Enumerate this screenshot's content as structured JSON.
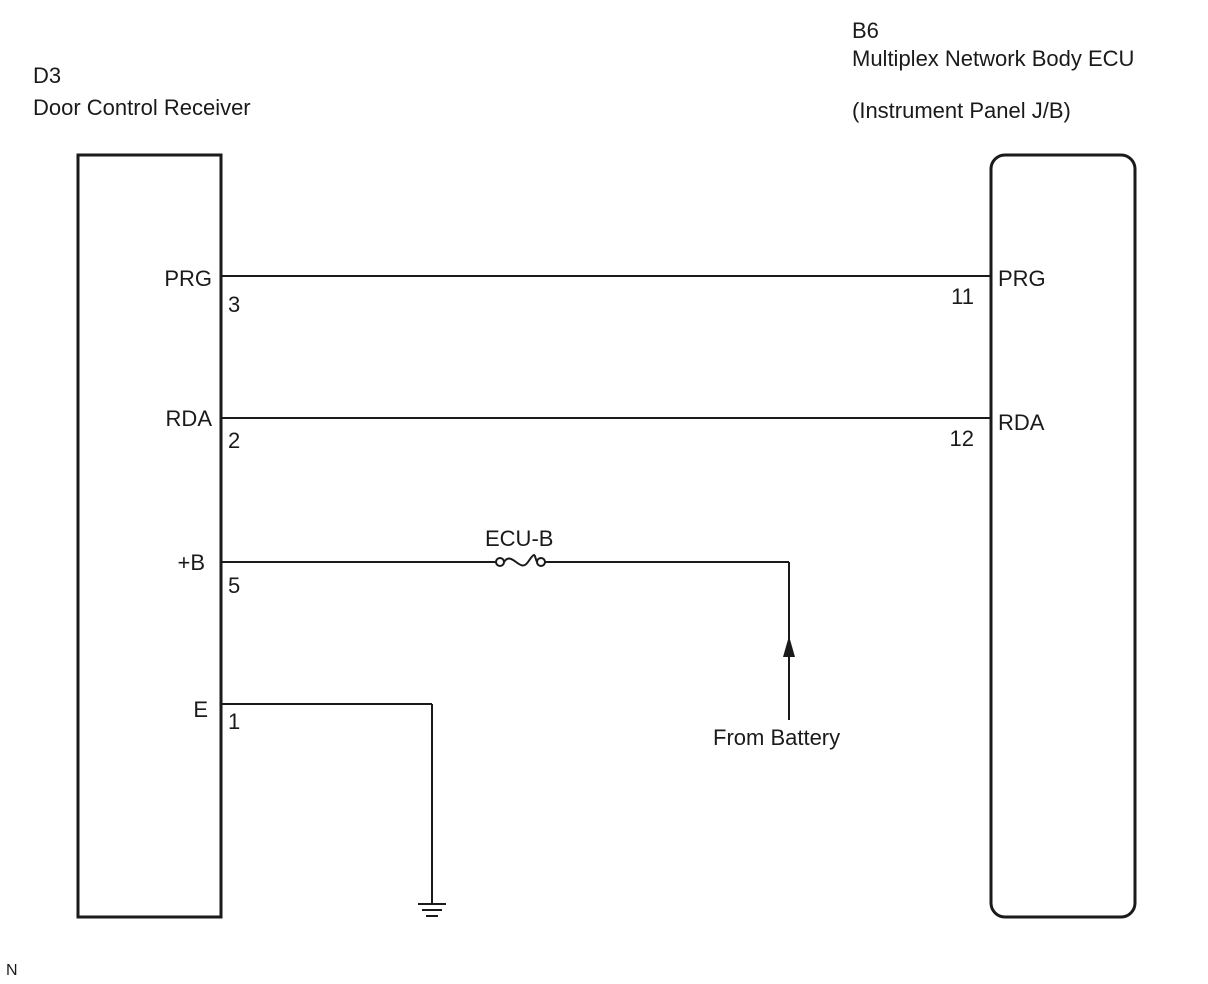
{
  "left_component": {
    "code": "D3",
    "name": "Door Control Receiver"
  },
  "right_component": {
    "code": "B6",
    "name": "Multiplex Network Body ECU",
    "location": "(Instrument Panel J/B)"
  },
  "circuits": {
    "prg": {
      "left_terminal": "PRG",
      "left_pin": "3",
      "right_terminal": "PRG",
      "right_pin": "11"
    },
    "rda": {
      "left_terminal": "RDA",
      "left_pin": "2",
      "right_terminal": "RDA",
      "right_pin": "12"
    },
    "b": {
      "left_terminal": "+B",
      "left_pin": "5",
      "fuse": "ECU-B",
      "source": "From Battery"
    },
    "e": {
      "left_terminal": "E",
      "left_pin": "1"
    }
  },
  "footer_code": "N"
}
